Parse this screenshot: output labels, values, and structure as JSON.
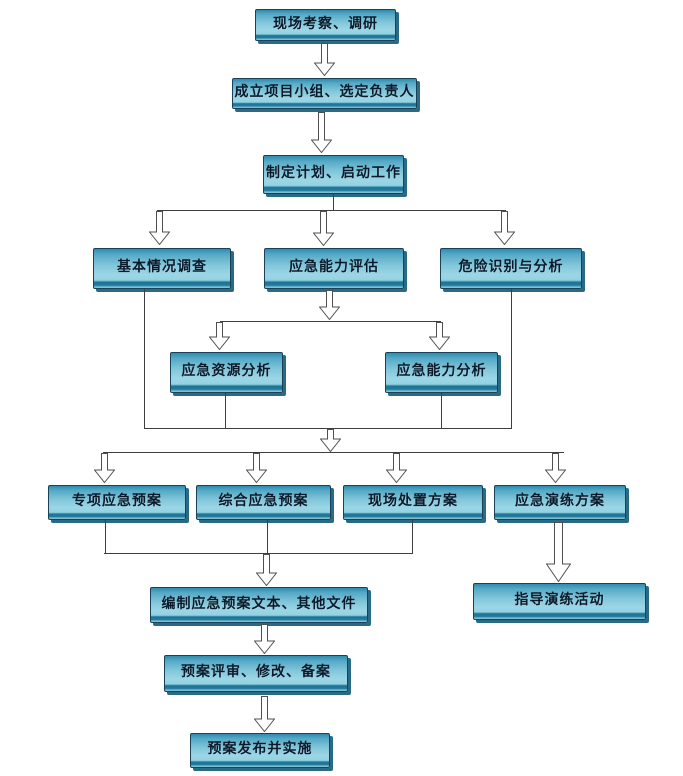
{
  "diagram": {
    "type": "flowchart",
    "language": "zh-CN",
    "topic": "应急预案编制工作流程",
    "colors": {
      "node_top": "#2e8cae",
      "node_light": "#9bd6e6",
      "node_band": "#1e7495",
      "node_border": "#1a4157",
      "node_shadow": "#2a6a85",
      "text": "#0a1a2b",
      "line": "#3f3f3f",
      "arrow_fill": "#ffffff",
      "arrow_outline": "#4f4f4f",
      "background": "#ffffff"
    },
    "nodes": [
      {
        "id": "site-survey",
        "label": "现场考察、调研"
      },
      {
        "id": "form-team",
        "label": "成立项目小组、选定负责人"
      },
      {
        "id": "make-plan",
        "label": "制定计划、启动工作"
      },
      {
        "id": "basic-survey",
        "label": "基本情况调查"
      },
      {
        "id": "capability-assessment",
        "label": "应急能力评估"
      },
      {
        "id": "hazard-identification",
        "label": "危险识别与分析"
      },
      {
        "id": "resource-analysis",
        "label": "应急资源分析"
      },
      {
        "id": "capability-analysis",
        "label": "应急能力分析"
      },
      {
        "id": "special-plan",
        "label": "专项应急预案"
      },
      {
        "id": "comprehensive-plan",
        "label": "综合应急预案"
      },
      {
        "id": "onsite-plan",
        "label": "现场处置方案"
      },
      {
        "id": "drill-plan",
        "label": "应急演练方案"
      },
      {
        "id": "compile-documents",
        "label": "编制应急预案文本、其他文件"
      },
      {
        "id": "guide-drills",
        "label": "指导演练活动"
      },
      {
        "id": "review-revise",
        "label": "预案评审、修改、备案"
      },
      {
        "id": "publish-implement",
        "label": "预案发布并实施"
      }
    ],
    "edges": [
      {
        "from": "site-survey",
        "to": "form-team"
      },
      {
        "from": "form-team",
        "to": "make-plan"
      },
      {
        "from": "make-plan",
        "to": "basic-survey"
      },
      {
        "from": "make-plan",
        "to": "capability-assessment"
      },
      {
        "from": "make-plan",
        "to": "hazard-identification"
      },
      {
        "from": "capability-assessment",
        "to": "resource-analysis"
      },
      {
        "from": "capability-assessment",
        "to": "capability-analysis"
      },
      {
        "from": "basic-survey",
        "to": "merge-point"
      },
      {
        "from": "resource-analysis",
        "to": "merge-point"
      },
      {
        "from": "capability-analysis",
        "to": "merge-point"
      },
      {
        "from": "hazard-identification",
        "to": "merge-point"
      },
      {
        "from": "merge-point",
        "to": "special-plan"
      },
      {
        "from": "merge-point",
        "to": "comprehensive-plan"
      },
      {
        "from": "merge-point",
        "to": "onsite-plan"
      },
      {
        "from": "merge-point",
        "to": "drill-plan"
      },
      {
        "from": "special-plan",
        "to": "compile-documents"
      },
      {
        "from": "comprehensive-plan",
        "to": "compile-documents"
      },
      {
        "from": "onsite-plan",
        "to": "compile-documents"
      },
      {
        "from": "drill-plan",
        "to": "guide-drills"
      },
      {
        "from": "compile-documents",
        "to": "review-revise"
      },
      {
        "from": "review-revise",
        "to": "publish-implement"
      }
    ]
  }
}
